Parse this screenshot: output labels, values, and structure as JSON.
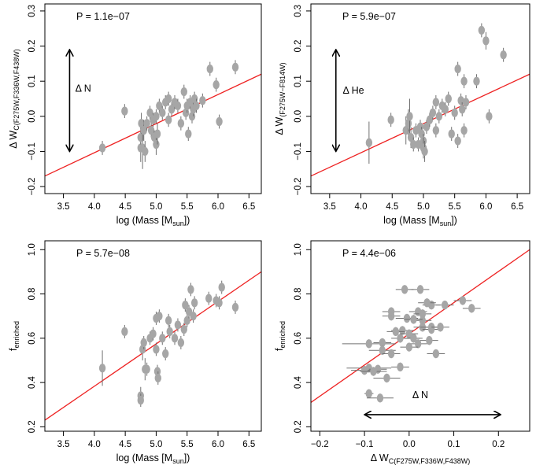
{
  "colors": {
    "points": "#a6a6a6",
    "errorbars": "#707070",
    "fit": "#ee2222",
    "frame": "#000000"
  },
  "chart_data": [
    {
      "type": "scatter",
      "annotation": "P = 1.1e−07",
      "xlabel": "log (Mass [M",
      "xlabel_sub": "sun",
      "xlabel_end": "])",
      "ylabel": "Δ W",
      "ylabel_sub": "C(F275W,F336W,F438W)",
      "xlim": [
        3.2,
        6.7
      ],
      "ylim": [
        -0.22,
        0.32
      ],
      "xticks": [
        3.5,
        4.0,
        4.5,
        5.0,
        5.5,
        6.0,
        6.5
      ],
      "xticklabels": [
        "3.5",
        "4.0",
        "4.5",
        "5.0",
        "5.5",
        "6.0",
        "6.5"
      ],
      "yticks": [
        -0.2,
        -0.1,
        0.0,
        0.1,
        0.2,
        0.3
      ],
      "yticklabels": [
        "−0.2",
        "−0.1",
        "0.0",
        "0.1",
        "0.2",
        "0.3"
      ],
      "fit_line": [
        [
          3.2,
          -0.17
        ],
        [
          6.7,
          0.12
        ]
      ],
      "arrow": {
        "label": "Δ N",
        "orientation": "vertical",
        "x": 3.6,
        "from": -0.1,
        "to": 0.19,
        "label_pos": [
          3.82,
          0.07
        ]
      },
      "points": [
        [
          4.13,
          -0.09,
          0,
          0.02
        ],
        [
          4.49,
          0.015,
          0,
          0.02
        ],
        [
          4.75,
          -0.09,
          0,
          0.04
        ],
        [
          4.75,
          -0.06,
          0,
          0.03
        ],
        [
          4.76,
          -0.02,
          0,
          0.03
        ],
        [
          4.78,
          -0.09,
          0,
          0.06
        ],
        [
          4.8,
          -0.04,
          0,
          0.03
        ],
        [
          4.82,
          -0.1,
          0,
          0.03
        ],
        [
          4.85,
          -0.02,
          0,
          0.02
        ],
        [
          4.9,
          0.01,
          0,
          0.02
        ],
        [
          4.92,
          -0.04,
          0,
          0.02
        ],
        [
          4.95,
          -0.01,
          0,
          0.02
        ],
        [
          4.97,
          -0.06,
          0,
          0.02
        ],
        [
          5.0,
          0.0,
          0,
          0.02
        ],
        [
          5.0,
          -0.08,
          0,
          0.03
        ],
        [
          5.02,
          -0.05,
          0,
          0.03
        ],
        [
          5.05,
          0.03,
          0,
          0.02
        ],
        [
          5.1,
          0.01,
          0,
          0.02
        ],
        [
          5.15,
          0.04,
          0,
          0.02
        ],
        [
          5.2,
          -0.01,
          0,
          0.02
        ],
        [
          5.2,
          0.05,
          0,
          0.02
        ],
        [
          5.25,
          0.02,
          0,
          0.02
        ],
        [
          5.3,
          0.04,
          0,
          0.02
        ],
        [
          5.35,
          0.03,
          0,
          0.02
        ],
        [
          5.4,
          -0.02,
          0,
          0.02
        ],
        [
          5.45,
          0.07,
          0,
          0.02
        ],
        [
          5.48,
          0.01,
          0,
          0.02
        ],
        [
          5.5,
          0.03,
          0,
          0.02
        ],
        [
          5.52,
          -0.05,
          0,
          0.02
        ],
        [
          5.55,
          0.04,
          0,
          0.02
        ],
        [
          5.58,
          0.0,
          0,
          0.02
        ],
        [
          5.6,
          0.02,
          0,
          0.02
        ],
        [
          5.62,
          0.05,
          0,
          0.02
        ],
        [
          5.65,
          0.03,
          0,
          0.02
        ],
        [
          5.75,
          0.045,
          0,
          0.02
        ],
        [
          5.87,
          0.135,
          0,
          0.02
        ],
        [
          5.97,
          0.09,
          0,
          0.02
        ],
        [
          6.02,
          -0.015,
          0,
          0.02
        ],
        [
          6.28,
          0.14,
          0,
          0.02
        ]
      ]
    },
    {
      "type": "scatter",
      "annotation": "P = 5.9e−07",
      "xlabel": "log (Mass [M",
      "xlabel_sub": "sun",
      "xlabel_end": "])",
      "ylabel": "Δ W",
      "ylabel_sub": "(F275W−F814W)",
      "xlim": [
        3.2,
        6.7
      ],
      "ylim": [
        -0.22,
        0.32
      ],
      "xticks": [
        3.5,
        4.0,
        4.5,
        5.0,
        5.5,
        6.0,
        6.5
      ],
      "xticklabels": [
        "3.5",
        "4.0",
        "4.5",
        "5.0",
        "5.5",
        "6.0",
        "6.5"
      ],
      "yticks": [
        -0.2,
        -0.1,
        0.0,
        0.1,
        0.2,
        0.3
      ],
      "yticklabels": [
        "−0.2",
        "−0.1",
        "0.0",
        "0.1",
        "0.2",
        "0.3"
      ],
      "fit_line": [
        [
          3.2,
          -0.17
        ],
        [
          6.7,
          0.12
        ]
      ],
      "arrow": {
        "label": "Δ He",
        "orientation": "vertical",
        "x": 3.6,
        "from": -0.1,
        "to": 0.19,
        "label_pos": [
          3.88,
          0.065
        ]
      },
      "points": [
        [
          4.13,
          -0.075,
          0,
          0.06
        ],
        [
          4.48,
          -0.01,
          0,
          0.02
        ],
        [
          4.72,
          -0.04,
          0,
          0.04
        ],
        [
          4.76,
          -0.02,
          0,
          0.04
        ],
        [
          4.78,
          0.0,
          0,
          0.05
        ],
        [
          4.8,
          -0.06,
          0,
          0.03
        ],
        [
          4.84,
          -0.08,
          0,
          0.02
        ],
        [
          4.88,
          -0.04,
          0,
          0.02
        ],
        [
          4.92,
          -0.08,
          0,
          0.02
        ],
        [
          4.95,
          -0.03,
          0,
          0.02
        ],
        [
          4.97,
          -0.05,
          0,
          0.02
        ],
        [
          5.0,
          -0.07,
          0,
          0.02
        ],
        [
          5.0,
          -0.09,
          0,
          0.03
        ],
        [
          5.02,
          -0.1,
          0,
          0.03
        ],
        [
          5.05,
          -0.03,
          0,
          0.02
        ],
        [
          5.1,
          -0.01,
          0,
          0.02
        ],
        [
          5.15,
          0.01,
          0,
          0.02
        ],
        [
          5.2,
          0.04,
          0,
          0.02
        ],
        [
          5.2,
          -0.04,
          0,
          0.02
        ],
        [
          5.25,
          0.0,
          0,
          0.02
        ],
        [
          5.3,
          0.03,
          0,
          0.02
        ],
        [
          5.35,
          0.02,
          0,
          0.02
        ],
        [
          5.4,
          0.05,
          0,
          0.02
        ],
        [
          5.45,
          -0.05,
          0,
          0.02
        ],
        [
          5.5,
          0.01,
          0,
          0.02
        ],
        [
          5.55,
          0.135,
          0,
          0.02
        ],
        [
          5.55,
          -0.07,
          0,
          0.02
        ],
        [
          5.6,
          0.045,
          0,
          0.02
        ],
        [
          5.62,
          0.02,
          0,
          0.02
        ],
        [
          5.65,
          -0.04,
          0,
          0.02
        ],
        [
          5.68,
          0.04,
          0,
          0.02
        ],
        [
          5.65,
          0.1,
          0,
          0.02
        ],
        [
          5.85,
          0.1,
          0,
          0.02
        ],
        [
          5.93,
          0.245,
          0,
          0.02
        ],
        [
          6.0,
          0.215,
          0,
          0.025
        ],
        [
          6.05,
          0.0,
          0,
          0.02
        ],
        [
          6.28,
          0.175,
          0,
          0.02
        ]
      ]
    },
    {
      "type": "scatter",
      "annotation": "P = 5.7e−08",
      "xlabel": "log (Mass [M",
      "xlabel_sub": "sun",
      "xlabel_end": "])",
      "ylabel": "f",
      "ylabel_sub": "enriched",
      "xlim": [
        3.2,
        6.7
      ],
      "ylim": [
        0.18,
        1.04
      ],
      "xticks": [
        3.5,
        4.0,
        4.5,
        5.0,
        5.5,
        6.0,
        6.5
      ],
      "xticklabels": [
        "3.5",
        "4.0",
        "4.5",
        "5.0",
        "5.5",
        "6.0",
        "6.5"
      ],
      "yticks": [
        0.2,
        0.4,
        0.6,
        0.8,
        1.0
      ],
      "yticklabels": [
        "0.2",
        "0.4",
        "0.6",
        "0.8",
        "1.0"
      ],
      "fit_line": [
        [
          3.2,
          0.23
        ],
        [
          6.7,
          0.9
        ]
      ],
      "arrow": null,
      "points": [
        [
          4.13,
          0.465,
          0,
          0.08
        ],
        [
          4.49,
          0.63,
          0,
          0.03
        ],
        [
          4.75,
          0.34,
          0,
          0.04
        ],
        [
          4.75,
          0.32,
          0,
          0.03
        ],
        [
          4.78,
          0.55,
          0,
          0.05
        ],
        [
          4.8,
          0.58,
          0,
          0.03
        ],
        [
          4.82,
          0.46,
          0,
          0.05
        ],
        [
          4.85,
          0.46,
          0,
          0.03
        ],
        [
          4.9,
          0.6,
          0,
          0.03
        ],
        [
          4.95,
          0.62,
          0,
          0.03
        ],
        [
          5.0,
          0.69,
          0,
          0.03
        ],
        [
          5.0,
          0.55,
          0,
          0.03
        ],
        [
          5.02,
          0.45,
          0,
          0.03
        ],
        [
          5.03,
          0.42,
          0,
          0.03
        ],
        [
          5.05,
          0.7,
          0,
          0.03
        ],
        [
          5.1,
          0.6,
          0,
          0.03
        ],
        [
          5.15,
          0.53,
          0,
          0.03
        ],
        [
          5.2,
          0.68,
          0,
          0.03
        ],
        [
          5.22,
          0.63,
          0,
          0.03
        ],
        [
          5.3,
          0.6,
          0,
          0.03
        ],
        [
          5.35,
          0.66,
          0,
          0.03
        ],
        [
          5.4,
          0.58,
          0,
          0.03
        ],
        [
          5.45,
          0.64,
          0,
          0.03
        ],
        [
          5.47,
          0.75,
          0,
          0.03
        ],
        [
          5.5,
          0.68,
          0,
          0.03
        ],
        [
          5.53,
          0.72,
          0,
          0.03
        ],
        [
          5.56,
          0.82,
          0,
          0.03
        ],
        [
          5.6,
          0.7,
          0,
          0.03
        ],
        [
          5.62,
          0.76,
          0,
          0.03
        ],
        [
          5.85,
          0.78,
          0,
          0.03
        ],
        [
          5.97,
          0.77,
          0,
          0.03
        ],
        [
          6.02,
          0.76,
          0,
          0.03
        ],
        [
          6.06,
          0.83,
          0,
          0.03
        ],
        [
          6.28,
          0.74,
          0,
          0.03
        ]
      ]
    },
    {
      "type": "scatter",
      "annotation": "P = 4.4e−06",
      "xlabel": "Δ W",
      "xlabel_sub": "C(F275W,F336W,F438W)",
      "xlabel_end": "",
      "ylabel": "f",
      "ylabel_sub": "enriched",
      "xlim": [
        -0.22,
        0.27
      ],
      "ylim": [
        0.18,
        1.04
      ],
      "xticks": [
        -0.2,
        -0.1,
        0.0,
        0.1,
        0.2
      ],
      "xticklabels": [
        "−0.2",
        "−0.1",
        "0.0",
        "0.1",
        "0.2"
      ],
      "yticks": [
        0.2,
        0.4,
        0.6,
        0.8,
        1.0
      ],
      "yticklabels": [
        "0.2",
        "0.4",
        "0.6",
        "0.8",
        "1.0"
      ],
      "fit_line": [
        [
          -0.22,
          0.31
        ],
        [
          0.27,
          1.0
        ]
      ],
      "arrow": {
        "label": "Δ N",
        "orientation": "horizontal",
        "y": 0.255,
        "from": -0.1,
        "to": 0.205,
        "label_pos": [
          0.025,
          0.33
        ]
      },
      "points": [
        [
          -0.09,
          0.465,
          0.05,
          0.02
        ],
        [
          -0.015,
          0.635,
          0.025,
          0.02
        ],
        [
          -0.09,
          0.35,
          0.01,
          0.02
        ],
        [
          -0.065,
          0.33,
          0.03,
          0.02
        ],
        [
          -0.09,
          0.575,
          0.06,
          0.02
        ],
        [
          -0.06,
          0.58,
          0.02,
          0.02
        ],
        [
          -0.1,
          0.455,
          0.03,
          0.02
        ],
        [
          -0.07,
          0.46,
          0.02,
          0.02
        ],
        [
          -0.02,
          0.6,
          0.02,
          0.02
        ],
        [
          0.0,
          0.62,
          0.02,
          0.02
        ],
        [
          -0.005,
          0.69,
          0.025,
          0.02
        ],
        [
          -0.06,
          0.545,
          0.03,
          0.02
        ],
        [
          -0.08,
          0.45,
          0.03,
          0.02
        ],
        [
          -0.05,
          0.42,
          0.03,
          0.02
        ],
        [
          -0.04,
          0.7,
          0.02,
          0.02
        ],
        [
          0.01,
          0.6,
          0.02,
          0.02
        ],
        [
          -0.04,
          0.53,
          0.02,
          0.02
        ],
        [
          0.03,
          0.68,
          0.02,
          0.02
        ],
        [
          -0.03,
          0.63,
          0.02,
          0.02
        ],
        [
          0.01,
          0.6,
          0.015,
          0.02
        ],
        [
          0.03,
          0.65,
          0.02,
          0.02
        ],
        [
          0.02,
          0.575,
          0.02,
          0.02
        ],
        [
          0.05,
          0.64,
          0.02,
          0.02
        ],
        [
          0.05,
          0.75,
          0.02,
          0.02
        ],
        [
          0.01,
          0.685,
          0.02,
          0.02
        ],
        [
          0.02,
          0.72,
          0.02,
          0.02
        ],
        [
          -0.01,
          0.82,
          0.02,
          0.02
        ],
        [
          0.03,
          0.71,
          0.02,
          0.02
        ],
        [
          0.04,
          0.76,
          0.02,
          0.02
        ],
        [
          0.08,
          0.75,
          0.02,
          0.02
        ],
        [
          0.12,
          0.77,
          0.02,
          0.02
        ],
        [
          0.14,
          0.735,
          0.02,
          0.02
        ],
        [
          0.025,
          0.82,
          0.02,
          0.02
        ],
        [
          0.05,
          0.65,
          0.025,
          0.02
        ],
        [
          -0.04,
          0.72,
          0.02,
          0.02
        ],
        [
          0.06,
          0.53,
          0.02,
          0.02
        ],
        [
          0.0,
          0.56,
          0.02,
          0.02
        ],
        [
          -0.02,
          0.47,
          0.02,
          0.02
        ],
        [
          0.045,
          0.59,
          0.02,
          0.02
        ],
        [
          0.07,
          0.65,
          0.02,
          0.02
        ]
      ]
    }
  ]
}
